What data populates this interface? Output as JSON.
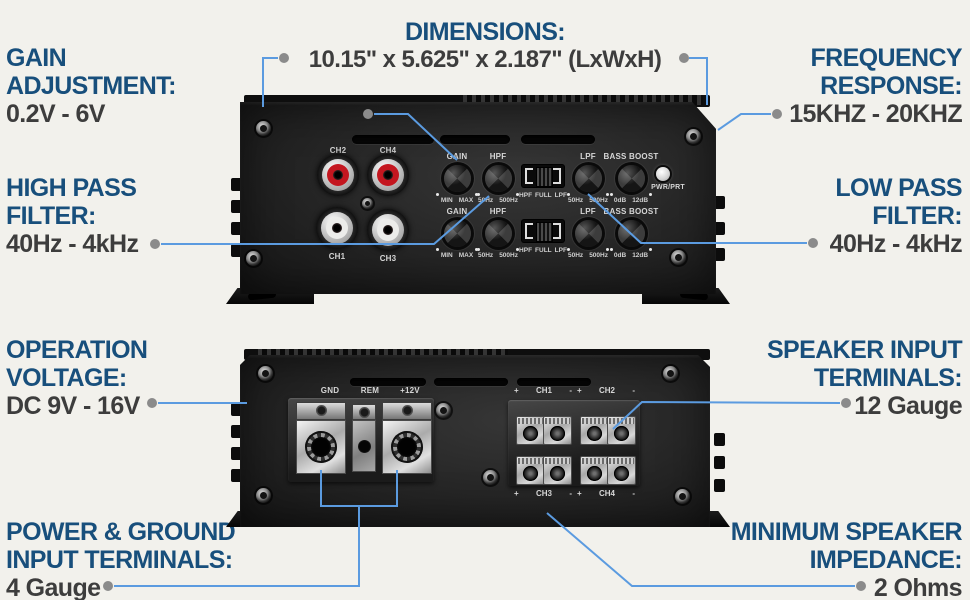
{
  "colors": {
    "background": "#f2f1ec",
    "heading_blue": "#184f7c",
    "value_gray": "#3d3d3d",
    "leader_line_blue": "#5b9be0",
    "leader_dot_gray": "#8b8b8b",
    "rca_red": "#c4161f",
    "rca_white": "#ececea"
  },
  "callouts": {
    "dimensions": {
      "heading": "DIMENSIONS:",
      "value": "10.15\" x 5.625\" x 2.187\" (LxWxH)"
    },
    "gain_adjustment": {
      "heading1": "GAIN",
      "heading2": "ADJUSTMENT:",
      "value": "0.2V - 6V"
    },
    "frequency_response": {
      "heading1": "FREQUENCY",
      "heading2": "RESPONSE:",
      "value": "15KHZ - 20KHZ"
    },
    "high_pass_filter": {
      "heading1": "HIGH PASS",
      "heading2": "FILTER:",
      "value": "40Hz - 4kHz"
    },
    "low_pass_filter": {
      "heading1": "LOW PASS",
      "heading2": "FILTER:",
      "value": "40Hz - 4kHz"
    },
    "operation_voltage": {
      "heading1": "OPERATION",
      "heading2": "VOLTAGE:",
      "value": "DC 9V - 16V"
    },
    "speaker_input_terminals": {
      "heading1": "SPEAKER INPUT",
      "heading2": "TERMINALS:",
      "value": "12 Gauge"
    },
    "power_ground_terminals": {
      "heading1": "POWER & GROUND",
      "heading2": "INPUT TERMINALS:",
      "value": "4 Gauge"
    },
    "minimum_speaker_impedance": {
      "heading1": "MINIMUM SPEAKER",
      "heading2": "IMPEDANCE:",
      "value": "2 Ohms"
    }
  },
  "front_panel": {
    "rca_top": [
      "CH2",
      "CH4"
    ],
    "rca_bottom": [
      "CH1",
      "CH3"
    ],
    "gain": {
      "name": "GAIN",
      "left": "MIN",
      "right": "MAX"
    },
    "hpf": {
      "name": "HPF",
      "left": "50Hz",
      "right": "500Hz"
    },
    "crossover_switch": {
      "left": "HPF",
      "mid": "FULL",
      "right": "LPF"
    },
    "lpf": {
      "name": "LPF",
      "left": "50Hz",
      "right": "500Hz"
    },
    "bass_boost": {
      "name": "BASS BOOST",
      "left": "0dB",
      "right": "12dB"
    },
    "led": "PWR/PRT"
  },
  "rear_panel": {
    "power_labels": [
      "GND",
      "REM",
      "+12V"
    ],
    "plus": "+",
    "minus": "-",
    "speaker_channels_top": [
      "CH1",
      "CH2"
    ],
    "speaker_channels_bottom": [
      "CH3",
      "CH4"
    ]
  }
}
